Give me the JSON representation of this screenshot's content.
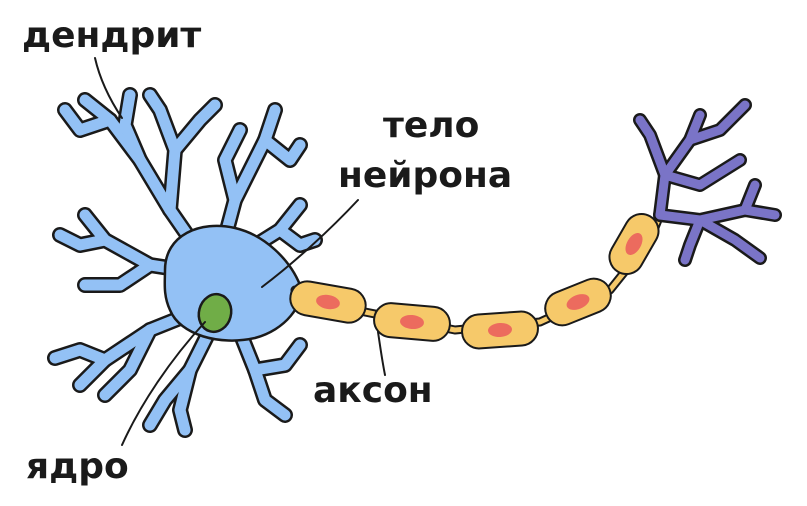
{
  "labels": {
    "dendrite": "дендрит",
    "body_line1": "тело",
    "body_line2": "нейрона",
    "axon": "аксон",
    "nucleus": "ядро"
  },
  "colors": {
    "cell_body": "#93c1f5",
    "cell_outline": "#1a1a1a",
    "nucleus": "#70ad47",
    "myelin": "#f6c96a",
    "myelin_core": "#ec6b5e",
    "axon_thread": "#f6c96a",
    "terminal": "#7a74c7",
    "text": "#1a1a1a"
  }
}
